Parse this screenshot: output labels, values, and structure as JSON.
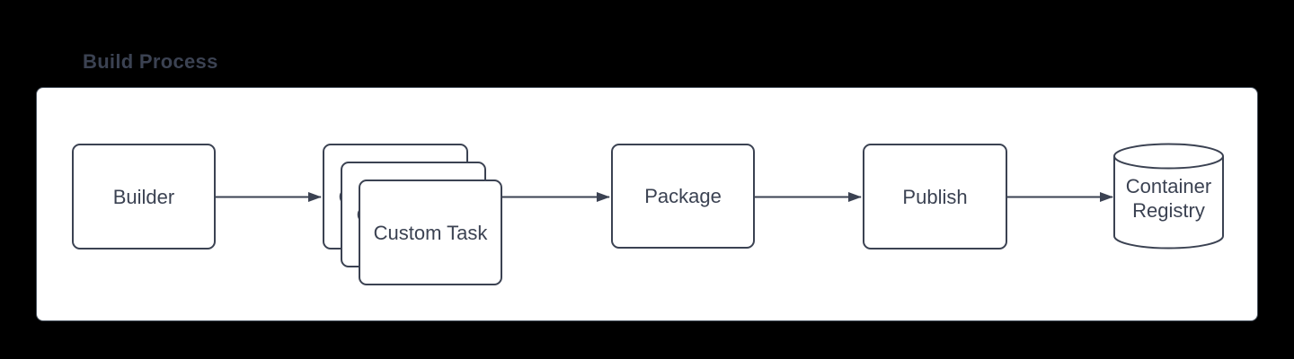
{
  "title": "Build Process",
  "colors": {
    "bg": "#000000",
    "panel_bg": "#ffffff",
    "panel_border": "#4a5460",
    "ink": "#3b4252"
  },
  "nodes": {
    "builder": {
      "label": "Builder",
      "shape": "rounded-rectangle"
    },
    "custom_task": {
      "label": "Custom Task",
      "shape": "stacked-rounded-rectangles",
      "layers": 3
    },
    "package": {
      "label": "Package",
      "shape": "rounded-rectangle"
    },
    "publish": {
      "label": "Publish",
      "shape": "rounded-rectangle"
    },
    "container_registry": {
      "label_line1": "Container",
      "label_line2": "Registry",
      "shape": "database-cylinder"
    }
  },
  "edges": [
    {
      "from": "Builder",
      "to": "Custom Task"
    },
    {
      "from": "Custom Task",
      "to": "Package"
    },
    {
      "from": "Package",
      "to": "Publish"
    },
    {
      "from": "Publish",
      "to": "Container Registry"
    }
  ]
}
